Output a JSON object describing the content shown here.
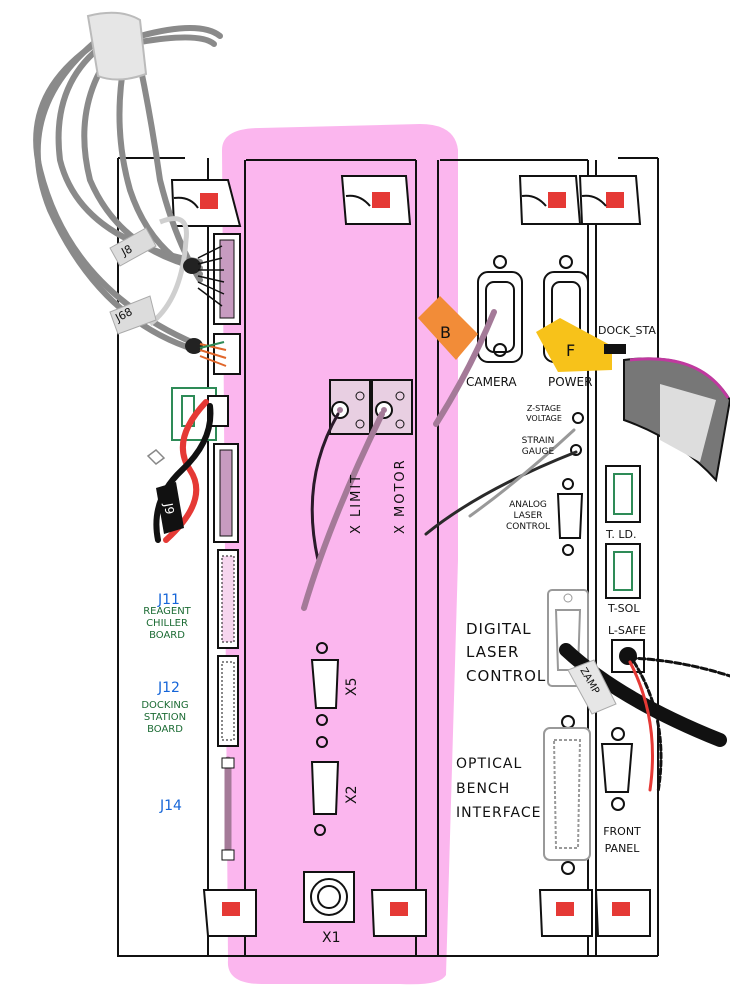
{
  "colors": {
    "highlight": "#fbb6ee",
    "panel_line": "#111111",
    "latch_red": "#e53935",
    "blue_label": "#1565d8",
    "green_label": "#1b6b33",
    "tag_orange": "#f28c38",
    "tag_yellow": "#f7c21a",
    "cable_gray": "#8a8a8a",
    "cable_purple": "#a47a98",
    "connector_green": "#2e8b57"
  },
  "tags": {
    "j8": "J8",
    "j68": "J68",
    "j9": "J9",
    "b": "B",
    "f": "F",
    "zamp": "ZAMP"
  },
  "connectors_left": {
    "j11_id": "J11",
    "j11_desc": "REAGENT\nCHILLER\nBOARD",
    "j12_id": "J12",
    "j12_desc": "DOCKING\nSTATION\nBOARD",
    "j14_id": "J14"
  },
  "middle_panel": {
    "x_limit": "X LIMIT",
    "x_motor": "X MOTOR",
    "x5": "X5",
    "x2": "X2",
    "x1": "X1"
  },
  "right_panel": {
    "camera": "CAMERA",
    "power": "POWER",
    "z_stage_voltage": "Z-STAGE\nVOLTAGE",
    "strain_gauge": "STRAIN\nGAUGE",
    "analog_laser_control": "ANALOG\nLASER\nCONTROL",
    "digital_laser_control": "DIGITAL\nLASER\nCONTROL",
    "optical_bench_interface": "OPTICAL\nBENCH\nINTERFACE"
  },
  "far_right_panel": {
    "dock_sta": "DOCK_STA",
    "t_ld": "T. LD.",
    "t_sol": "T-SOL",
    "l_safe": "L-SAFE",
    "front_panel": "FRONT\nPANEL"
  }
}
